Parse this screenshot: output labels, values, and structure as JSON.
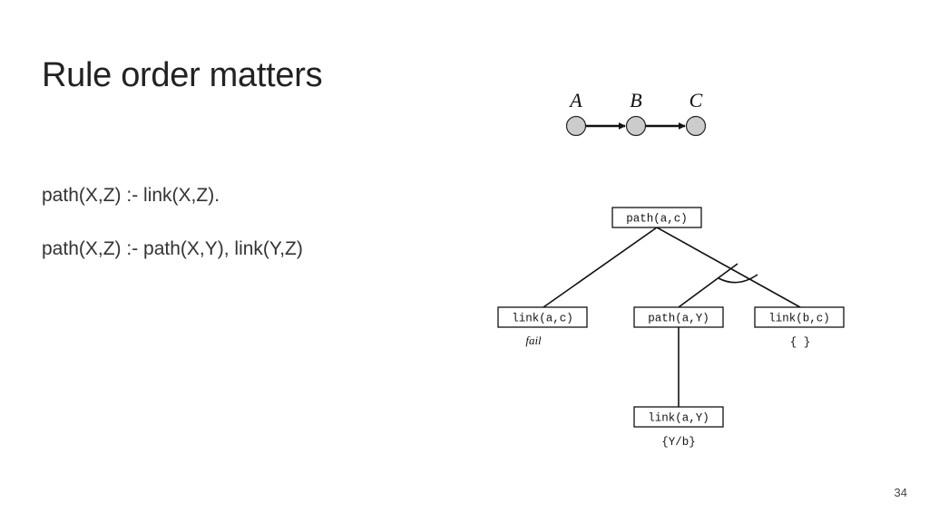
{
  "slide": {
    "title": "Rule order matters",
    "rules": [
      "path(X,Z) :- link(X,Z).",
      "path(X,Z) :- path(X,Y), link(Y,Z)"
    ],
    "page_number": "34"
  },
  "graph": {
    "nodes": [
      "A",
      "B",
      "C"
    ],
    "node_fill": "#cccccc"
  },
  "tree": {
    "root": "path(a,c)",
    "children": [
      "link(a,c)",
      "path(a,Y)",
      "link(b,c)"
    ],
    "grandchild": "link(a,Y)",
    "annotations": {
      "fail": "fail",
      "empty": "{ }",
      "subst": "{Y/b}"
    }
  }
}
